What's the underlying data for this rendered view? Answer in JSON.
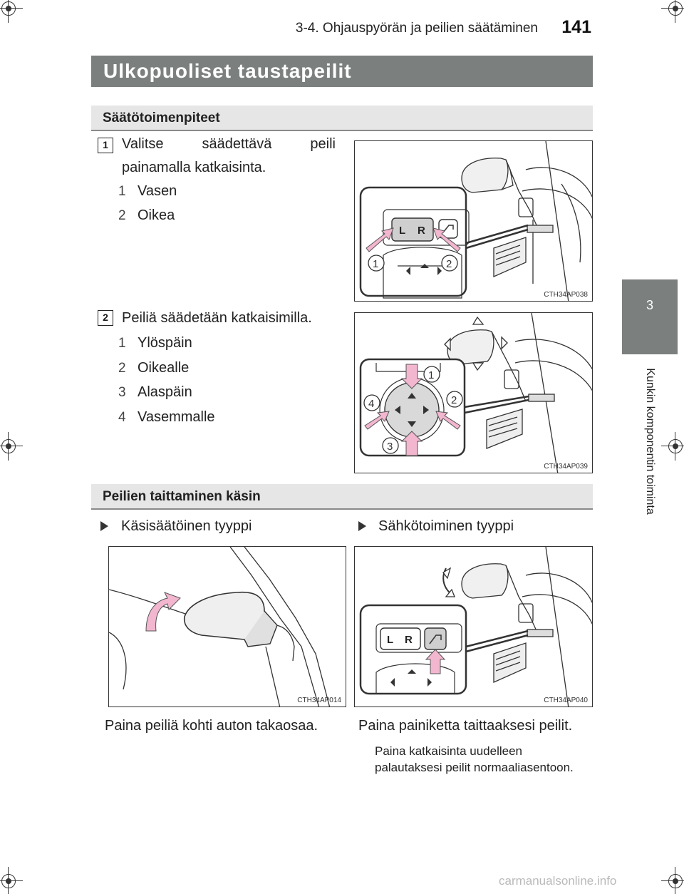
{
  "header": {
    "title": "3-4. Ohjauspyörän ja peilien säätäminen",
    "page_number": "141"
  },
  "section": {
    "title": "Ulkopuoliset taustapeilit"
  },
  "adjust": {
    "heading": "Säätötoimenpiteet",
    "step1": {
      "num": "1",
      "text": "Valitse säädettävä peili painamalla katkaisinta.",
      "items": [
        {
          "num": "1",
          "label": "Vasen"
        },
        {
          "num": "2",
          "label": "Oikea"
        }
      ],
      "figure": {
        "code": "CTH34AP038",
        "btn_left": "L",
        "btn_right": "R",
        "callouts": [
          "1",
          "2"
        ]
      }
    },
    "step2": {
      "num": "2",
      "text": "Peiliä säädetään katkaisimilla.",
      "items": [
        {
          "num": "1",
          "label": "Ylöspäin"
        },
        {
          "num": "2",
          "label": "Oikealle"
        },
        {
          "num": "3",
          "label": "Alaspäin"
        },
        {
          "num": "4",
          "label": "Vasemmalle"
        }
      ],
      "figure": {
        "code": "CTH34AP039",
        "callouts": [
          "1",
          "2",
          "3",
          "4"
        ]
      }
    }
  },
  "folding": {
    "heading": "Peilien taittaminen käsin",
    "manual": {
      "label": "Käsisäätöinen tyyppi",
      "figure_code": "CTH34AP014",
      "caption": "Paina peiliä kohti auton takaosaa."
    },
    "electric": {
      "label": "Sähkötoiminen tyyppi",
      "figure_code": "CTH34AP040",
      "btn_left": "L",
      "btn_right": "R",
      "caption": "Paina painiketta taittaaksesi peilit.",
      "note": "Paina katkaisinta uudelleen palautaksesi peilit normaaliasentoon."
    }
  },
  "side_tab": {
    "chapter": "3",
    "title": "Kunkin komponentin toiminta"
  },
  "watermark": "carmanualsonline.info",
  "colors": {
    "bar": "#7b807f",
    "arrow_pink": "#f2b6cf",
    "sub_bar": "#e6e6e6"
  }
}
